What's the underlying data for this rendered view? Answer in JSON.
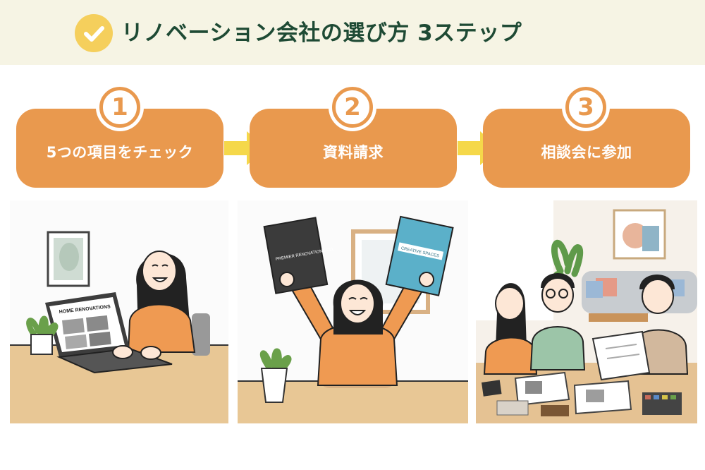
{
  "header": {
    "title": "リノベーション会社の選び方 3ステップ"
  },
  "steps": [
    {
      "number": "1",
      "label": "5つの項目をチェック"
    },
    {
      "number": "2",
      "label": "資料請求"
    },
    {
      "number": "3",
      "label": "相談会に参加"
    }
  ],
  "illustrations": {
    "laptop_text": "HOME RENOVATIONS",
    "brochure_left": "PREMIER RENOVATIONS CO.",
    "brochure_right": "CREATIVE SPACES"
  },
  "colors": {
    "pill": "#e9994e",
    "arrow": "#f5d84a",
    "title": "#1e4a34",
    "header_bg": "#f6f4e4",
    "check": "#f5cf5c"
  }
}
